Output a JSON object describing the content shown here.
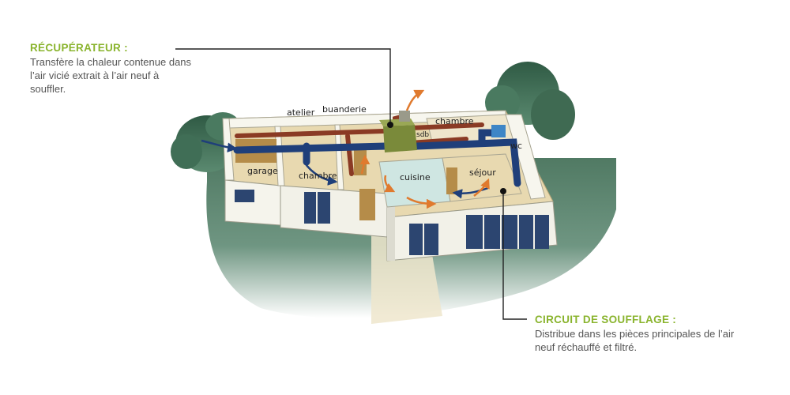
{
  "callouts": {
    "recuperateur": {
      "title": "RÉCUPÉRATEUR :",
      "text": "Transfère la chaleur contenue dans l’air vicié extrait à l’air neuf à souffler."
    },
    "soufflage": {
      "title": "CIRCUIT DE SOUFFLAGE :",
      "text": "Distribue dans les pièces principales de l’air neuf réchauffé et filtré."
    }
  },
  "rooms": {
    "atelier": "atelier",
    "buanderie": "buanderie",
    "chambre_top": "chambre",
    "sdb": "sdb",
    "wc": "wc",
    "garage": "garage",
    "chambre_left": "chambre",
    "cuisine": "cuisine",
    "sejour": "séjour"
  },
  "colors": {
    "accent_title": "#8ab42e",
    "body_text": "#555555",
    "supply_duct": "#1f3f7a",
    "extract_duct": "#8a3a24",
    "air_arrow": "#e07a2e",
    "recuperator_unit": "#7a8a3a",
    "trees": "#3f6d55",
    "wall": "#f2f1e8",
    "floor": "#e8d9b0"
  }
}
